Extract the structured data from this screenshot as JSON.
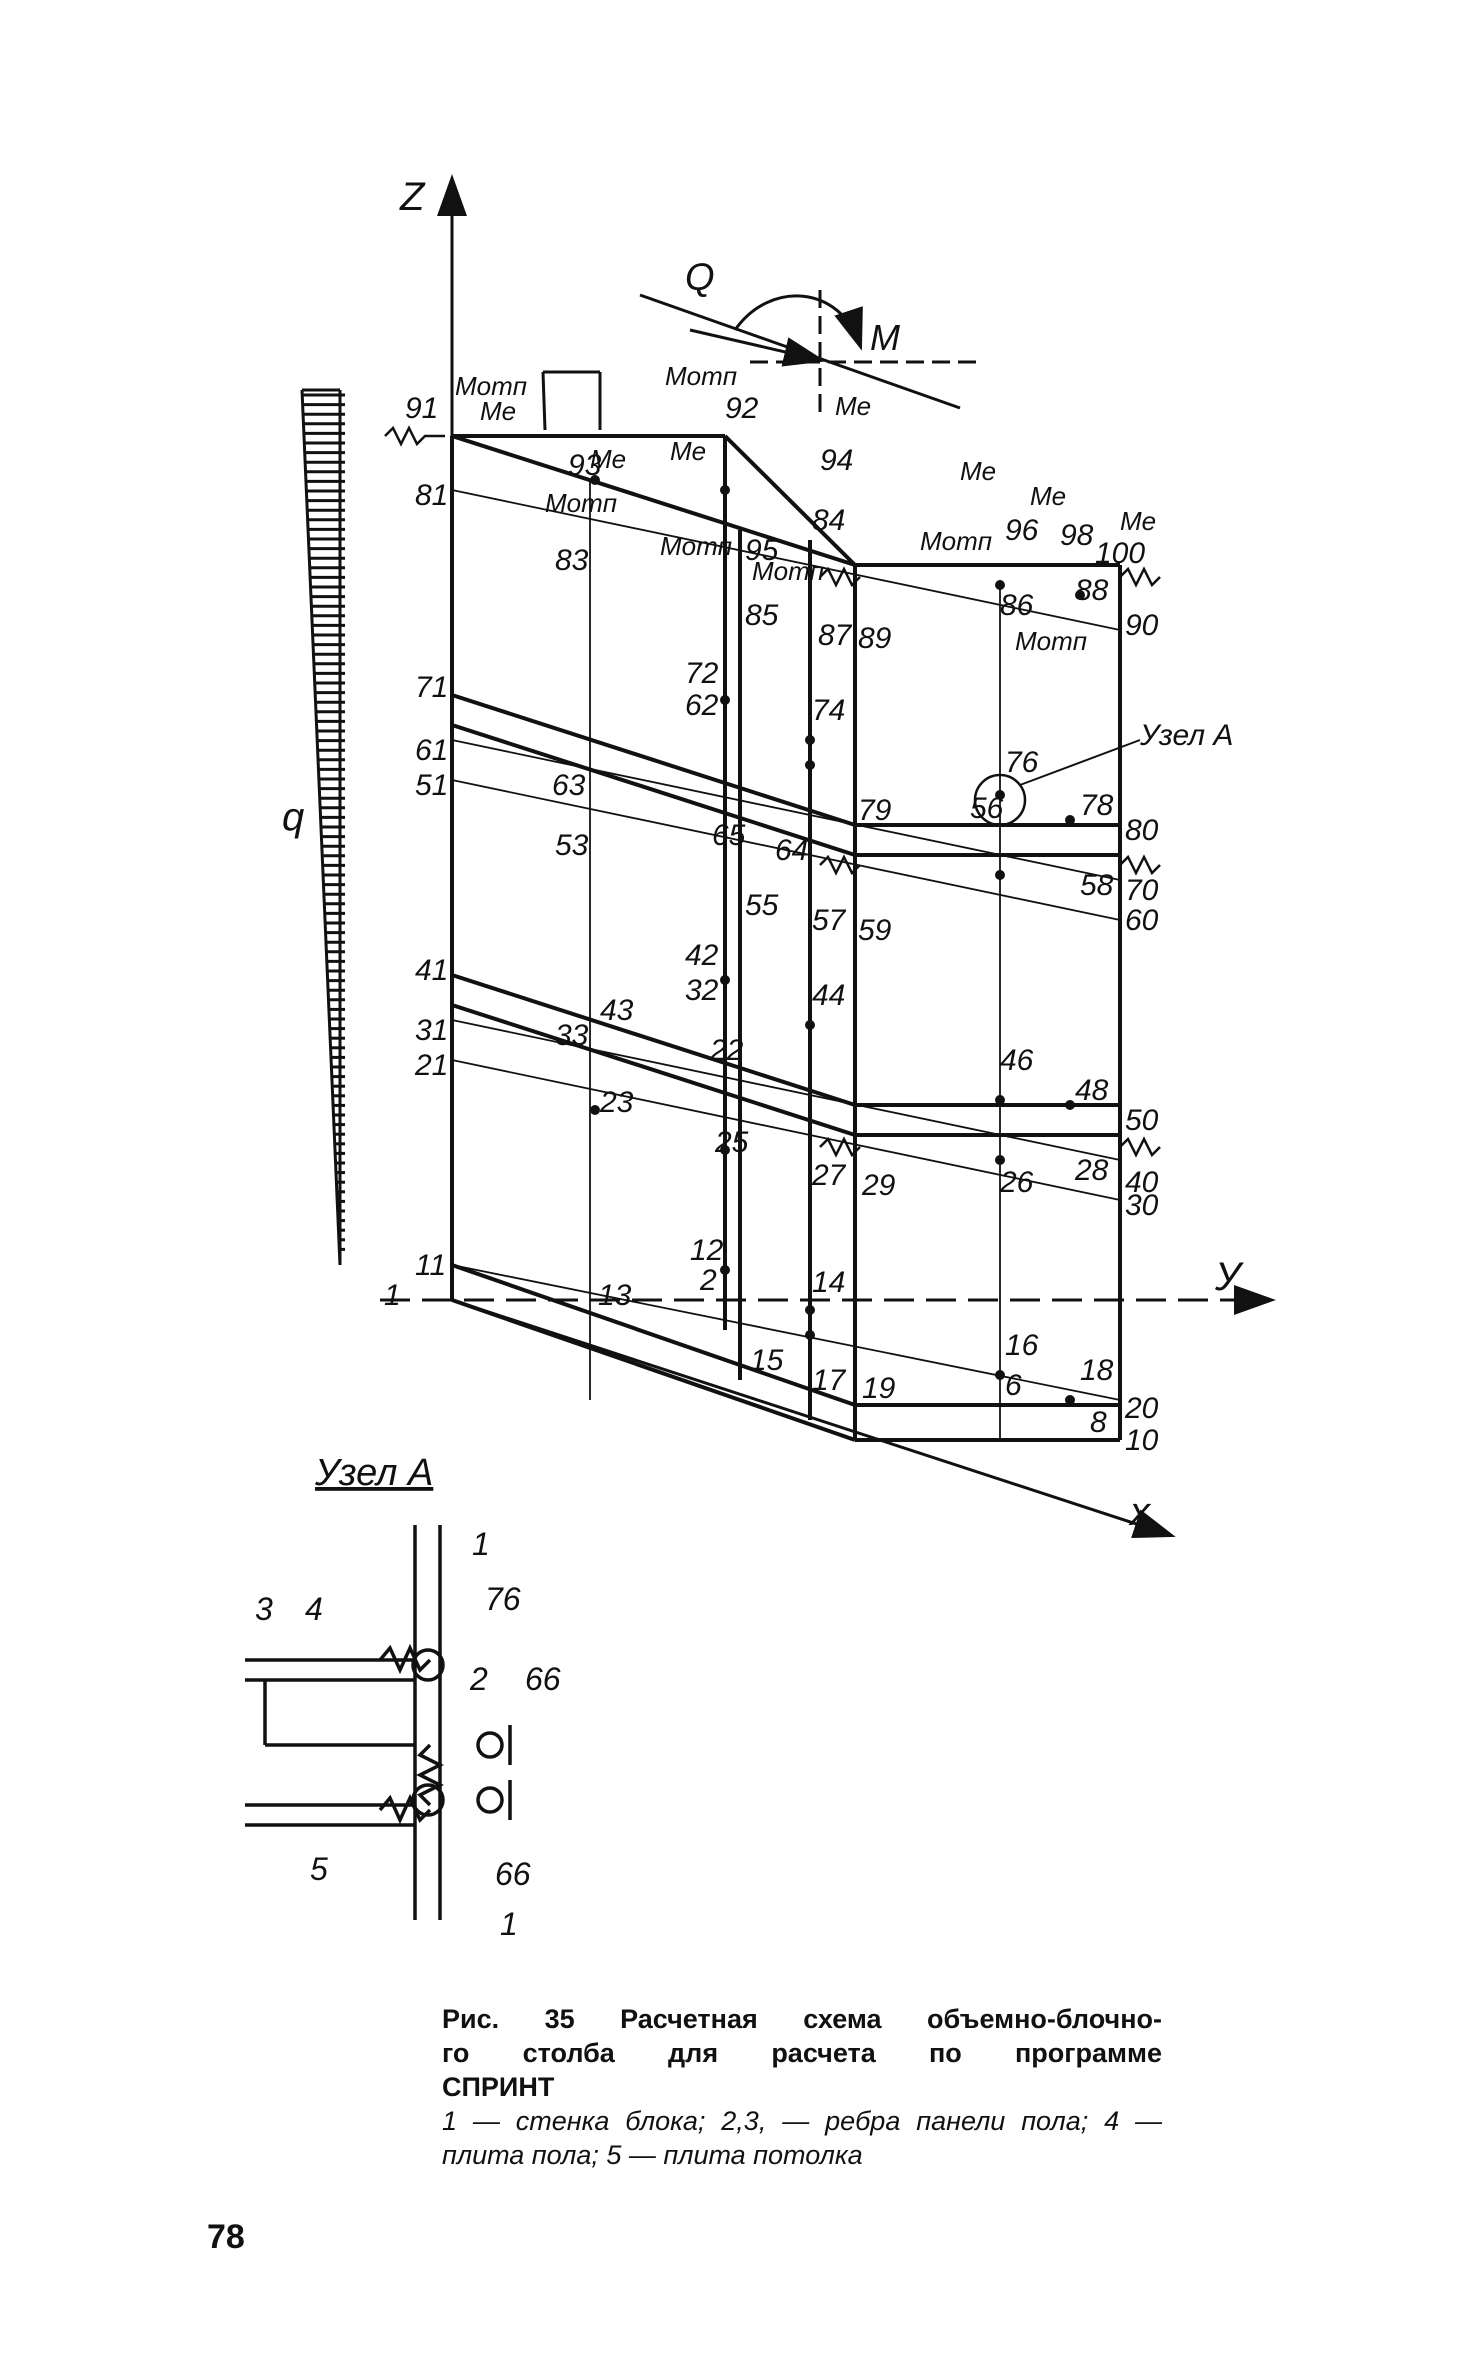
{
  "figure": {
    "axes": {
      "z": "Z",
      "y": "У",
      "x": "x"
    },
    "load_labels": {
      "q": "q",
      "Q": "Q",
      "M": "M"
    },
    "moment_labels": {
      "m_otn": "Mотп",
      "m_e": "Me"
    },
    "node_labels": [
      "1",
      "2",
      "6",
      "8",
      "10",
      "11",
      "12",
      "13",
      "14",
      "15",
      "16",
      "17",
      "18",
      "19",
      "20",
      "21",
      "22",
      "23",
      "25",
      "26",
      "27",
      "28",
      "29",
      "30",
      "31",
      "32",
      "33",
      "40",
      "41",
      "42",
      "43",
      "44",
      "46",
      "48",
      "50",
      "51",
      "53",
      "55",
      "56",
      "57",
      "58",
      "59",
      "60",
      "61",
      "62",
      "63",
      "64",
      "65",
      "70",
      "71",
      "72",
      "74",
      "76",
      "78",
      "79",
      "80",
      "81",
      "83",
      "84",
      "85",
      "86",
      "87",
      "88",
      "89",
      "90",
      "91",
      "92",
      "93",
      "94",
      "95",
      "96",
      "98",
      "100"
    ],
    "node_a_callout": "Узел A",
    "detail_title": "Узел A",
    "detail_labels": [
      "1",
      "3",
      "4",
      "76",
      "2",
      "66",
      "5",
      "66",
      "1"
    ]
  },
  "caption": {
    "line1": "Рис. 35 Расчетная схема объемно-блочно-",
    "line2": "го столба   для  расчета  по    программе",
    "line3": "СПРИНТ",
    "legend": "1 — стенка блока; 2,3, — ребра панели пола; 4 — плита пола; 5 — плита потолка"
  },
  "page_number": "78"
}
